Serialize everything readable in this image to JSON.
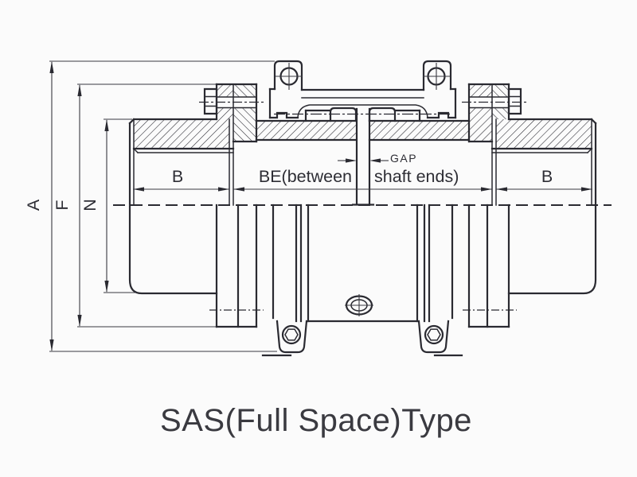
{
  "drawing": {
    "title": "SAS(Full Space)Type",
    "dimensions": {
      "overall_diameter": "A",
      "flange_diameter": "F",
      "hub_diameter": "N",
      "hub_length_left": "B",
      "hub_length_right": "B",
      "between_shaft_ends_full": "BE(between shaft ends)",
      "between_shaft_ends_part1": "BE(between",
      "between_shaft_ends_part2": "shaft ends)",
      "gap": "GAP"
    },
    "colors": {
      "line": "#2a2a31",
      "text": "#2e2e35",
      "title_text": "#3a3a40",
      "background": "#fbfbfb"
    }
  }
}
